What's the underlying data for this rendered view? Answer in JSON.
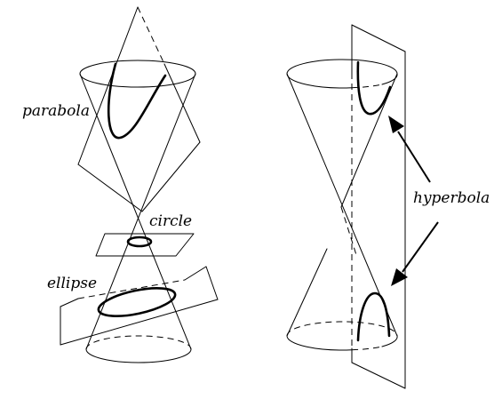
{
  "labels": {
    "parabola": "parabola",
    "circle": "circle",
    "ellipse": "ellipse",
    "hyperbola": "hyperbola"
  },
  "colors": {
    "stroke": "#000000",
    "background": "#ffffff"
  }
}
